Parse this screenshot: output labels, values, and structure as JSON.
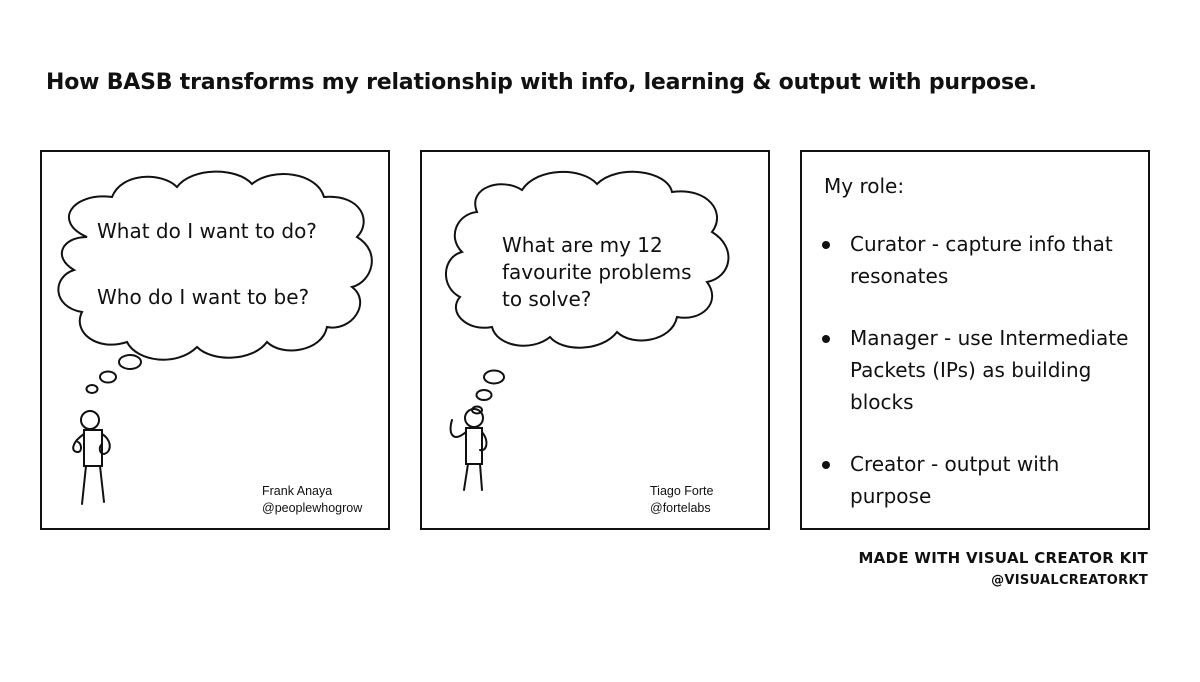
{
  "heading": "How BASB transforms my relationship with info, learning & output with purpose.",
  "panel1": {
    "thought_line1": "What do I want to do?",
    "thought_line2": "Who do I want to be?",
    "credit_name": "Frank Anaya",
    "credit_handle": "@peoplewhogrow"
  },
  "panel2": {
    "thought": "What are my 12 favourite problems to solve?",
    "credit_name": "Tiago Forte",
    "credit_handle": "@fortelabs"
  },
  "panel3": {
    "title": "My role:",
    "roles": [
      "Curator - capture info that resonates",
      "Manager - use Intermediate Packets (IPs) as building blocks",
      "Creator - output with purpose"
    ]
  },
  "footer": {
    "line1": "MADE WITH VISUAL CREATOR KIT",
    "line2": "@VISUALCREATORKT"
  },
  "icons": [
    "thought-bubble-icon",
    "stick-figure-icon"
  ]
}
